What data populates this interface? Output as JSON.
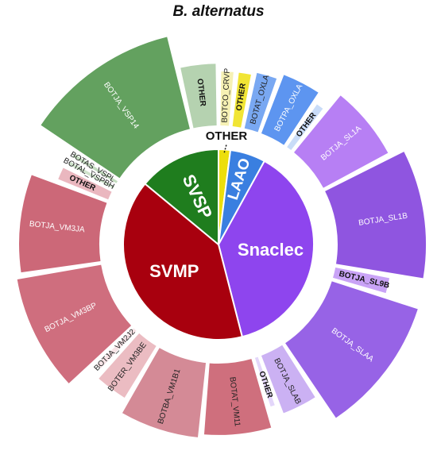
{
  "chart_data": {
    "type": "pie",
    "title": "B. alternatus",
    "colors": {
      "svsp": "#1f7d1e",
      "laao": "#3a7fe0",
      "snaclec": "#8e45ee",
      "svmp": "#a8000e",
      "other": "#ecde0c",
      "snaclec_outer": "#8f5ce8",
      "svmp_outer": "#cf6f7f",
      "svsp_outer": "#5f9f5a"
    },
    "inner": [
      {
        "name": "OTHER",
        "value": 0.02,
        "color": "#ecde0c",
        "label_color": "#111111"
      },
      {
        "name": "LAAO",
        "value": 0.06,
        "color": "#3a7fe0",
        "label_color": "#ffffff"
      },
      {
        "name": "Snaclec",
        "value": 0.38,
        "color": "#8e45ee",
        "label_color": "#ffffff"
      },
      {
        "name": "SVMP",
        "value": 0.4,
        "color": "#a8000e",
        "label_color": "#ffffff"
      },
      {
        "name": "SVSP",
        "value": 0.14,
        "color": "#1f7d1e",
        "label_color": "#ffffff"
      }
    ],
    "outer": [
      {
        "name": "BOTCO_CRVP",
        "value": 1.8,
        "color": "#f6f1b4",
        "text_color": "#222222"
      },
      {
        "name": "OTHER",
        "value": 1.8,
        "color": "#f1e535",
        "text_color": "#111111",
        "bold": true
      },
      {
        "name": "BOTAT_OXLA",
        "value": 2.6,
        "color": "#79a8f2",
        "text_color": "#222222"
      },
      {
        "name": "BOTPA_OXLA",
        "value": 4.3,
        "color": "#5d95f0",
        "text_color": "#ffffff"
      },
      {
        "name": "OTHER",
        "value": 1.3,
        "color": "#c9dcf8",
        "text_color": "#111111",
        "bold": true
      },
      {
        "name": "BOTJA_SL1A",
        "value": 7.4,
        "color": "#b77ff4",
        "text_color": "#ffffff"
      },
      {
        "name": "BOTJA_SL1B",
        "value": 11.6,
        "color": "#8f55e0",
        "text_color": "#ffffff"
      },
      {
        "name": "BOTJA_SL9B",
        "value": 2.1,
        "color": "#c9a3f6",
        "text_color": "#111111",
        "bold": true
      },
      {
        "name": "BOTJA_SLAA",
        "value": 12.2,
        "color": "#9763e6",
        "text_color": "#ffffff"
      },
      {
        "name": "BOTJA_SLAB",
        "value": 4.0,
        "color": "#cbb1f3",
        "text_color": "#222222"
      },
      {
        "name": "OTHER",
        "value": 1.0,
        "color": "#e3d6fa",
        "text_color": "#111111",
        "bold": true
      },
      {
        "name": "BOTAT_VM11",
        "value": 6.8,
        "color": "#cf6f7d",
        "text_color": "#222222"
      },
      {
        "name": "BOTBA_VM1B1",
        "value": 7.8,
        "color": "#d48a96",
        "text_color": "#222222"
      },
      {
        "name": "BOTER_VM3BE",
        "value": 3.7,
        "color": "#ebbcc2",
        "text_color": "#222222"
      },
      {
        "name": "BOTJA_VM2J2",
        "value": 1.1,
        "color": "#f7e3e6",
        "text_color": "#222222"
      },
      {
        "name": "BOTJA_VM3BP",
        "value": 10.7,
        "color": "#cf6e7e",
        "text_color": "#ffffff"
      },
      {
        "name": "BOTJA_VM3JA",
        "value": 9.3,
        "color": "#cc6878",
        "text_color": "#ffffff"
      },
      {
        "name": "OTHER",
        "value": 1.8,
        "color": "#eab7bf",
        "text_color": "#111111",
        "bold": true
      },
      {
        "name": "BOTAL_VSPBH",
        "value": 0.9,
        "color": "#cfe3cc",
        "text_color": "#222222"
      },
      {
        "name": "BOTAS_VSPL",
        "value": 0.9,
        "color": "#c3dcbf",
        "text_color": "#222222"
      },
      {
        "name": "BOTJA_VSP14",
        "value": 13.5,
        "color": "#63a15f",
        "text_color": "#ffffff"
      },
      {
        "name": "OTHER",
        "value": 4.0,
        "color": "#b5d2b0",
        "text_color": "#111111",
        "bold": true
      }
    ]
  }
}
